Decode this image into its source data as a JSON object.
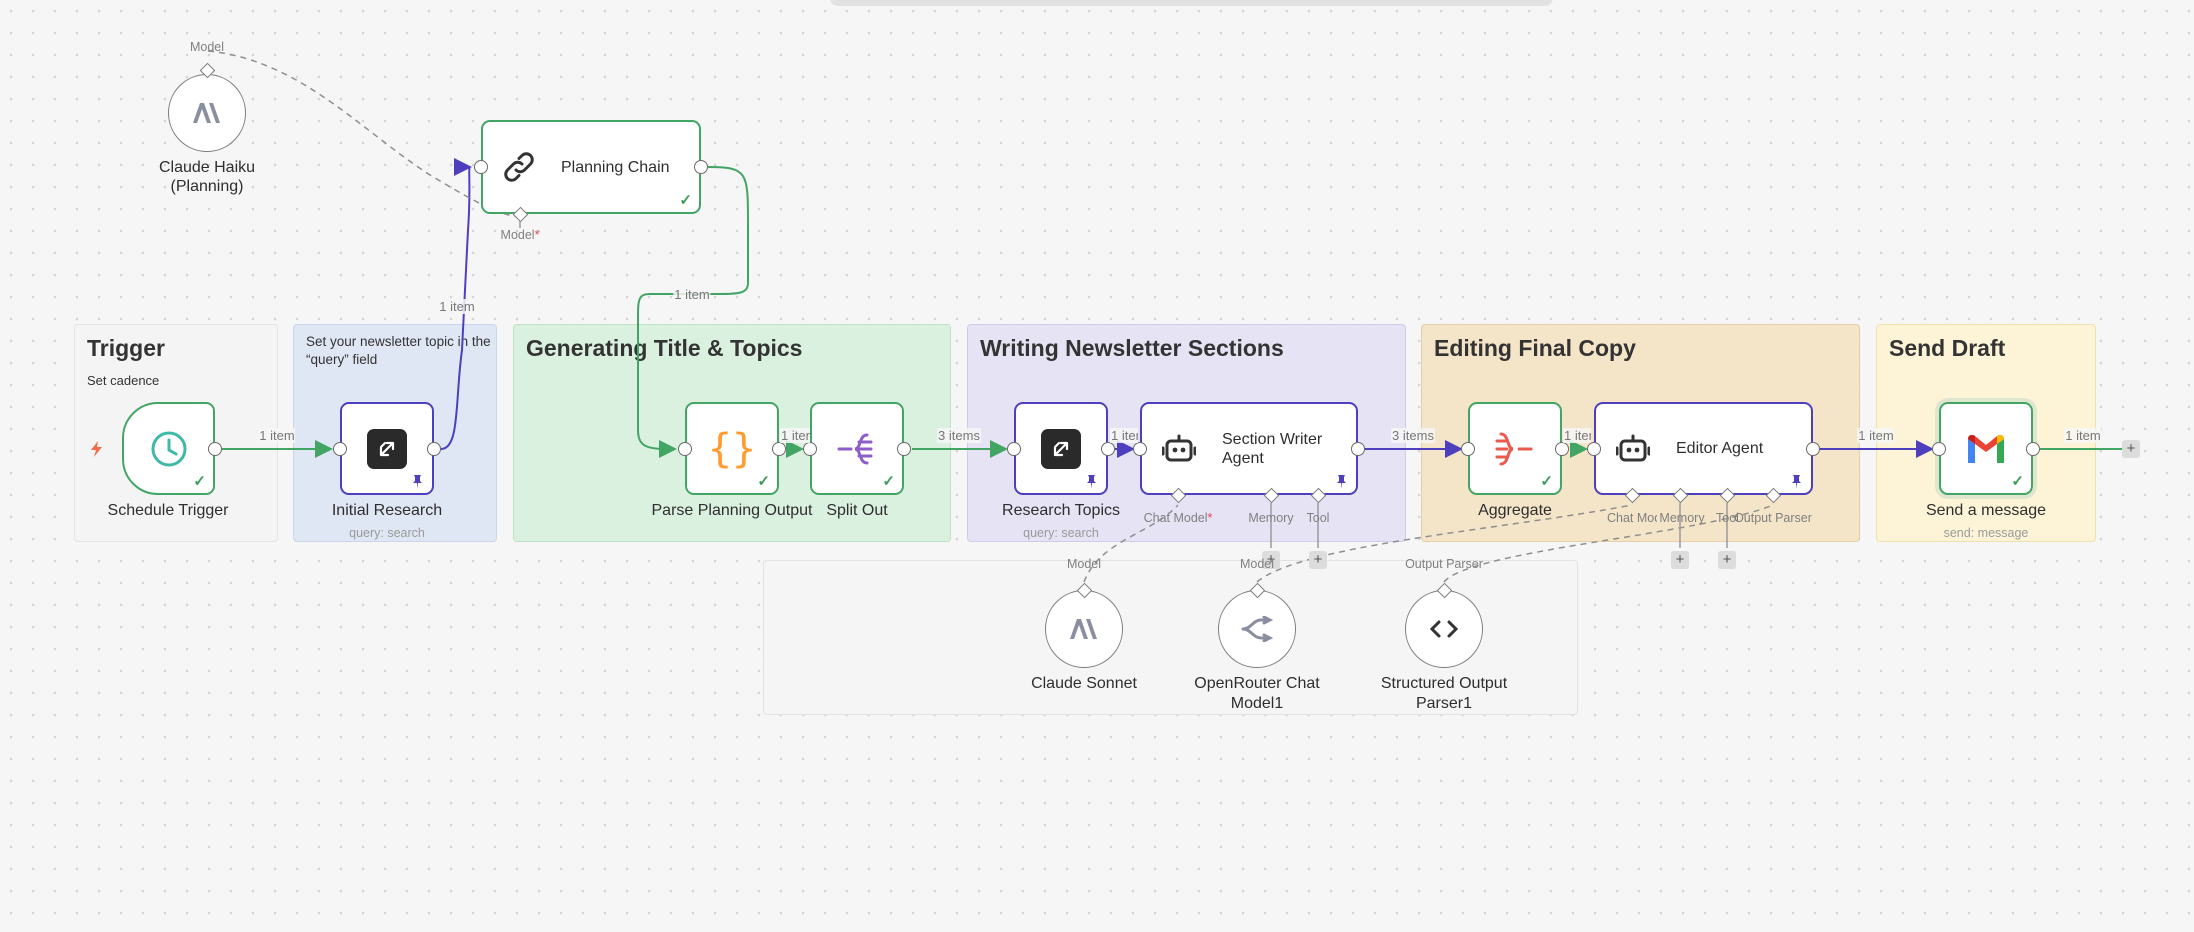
{
  "sticky_notes": {
    "trigger": {
      "title": "Trigger",
      "subtitle": "Set cadence"
    },
    "research": {
      "text": "Set your newsletter topic in the “query” field"
    },
    "generating": {
      "title": "Generating Title & Topics"
    },
    "writing": {
      "title": "Writing Newsletter Sections"
    },
    "editing": {
      "title": "Editing Final Copy"
    },
    "send": {
      "title": "Send Draft"
    }
  },
  "nodes": {
    "claude_haiku": {
      "label": "Claude Haiku (Planning)",
      "port_label": "Model",
      "icon": "anthropic-icon"
    },
    "planning_chain": {
      "title": "Planning Chain",
      "port_label": "Model",
      "icon": "chain-link-icon"
    },
    "schedule_trigger": {
      "label": "Schedule Trigger",
      "icon": "clock-icon"
    },
    "initial_research": {
      "label": "Initial Research",
      "param": "query: search",
      "icon": "perplexity-icon"
    },
    "parse_planning": {
      "label": "Parse Planning Output",
      "icon": "braces-icon"
    },
    "split_out": {
      "label": "Split Out",
      "icon": "split-out-icon"
    },
    "research_topics": {
      "label": "Research Topics",
      "param": "query: search",
      "icon": "perplexity-icon"
    },
    "section_writer": {
      "title": "Section Writer Agent",
      "port_labels": [
        "Chat Model",
        "Memory",
        "Tool"
      ],
      "icon": "robot-icon"
    },
    "aggregate": {
      "label": "Aggregate",
      "icon": "aggregate-icon"
    },
    "editor_agent": {
      "title": "Editor Agent",
      "port_labels": [
        "Chat Model",
        "Memory",
        "Tool",
        "Output Parser"
      ],
      "icon": "robot-icon"
    },
    "send_message": {
      "label": "Send a message",
      "param": "send: message",
      "icon": "gmail-icon"
    },
    "claude_sonnet": {
      "label": "Claude Sonnet",
      "port_label": "Model",
      "icon": "anthropic-icon"
    },
    "openrouter": {
      "label": "OpenRouter Chat Model1",
      "port_label": "Model",
      "icon": "openrouter-icon"
    },
    "structured_parser": {
      "label": "Structured Output Parser1",
      "port_label": "Output Parser",
      "icon": "code-brackets-icon"
    }
  },
  "edge_labels": {
    "trigger_to_research": "1 item",
    "research_to_planning": "1 item",
    "planning_to_parse": "1 item",
    "parse_to_split": "1 item",
    "split_to_topics": "3 items",
    "topics_to_writer": "1 item",
    "writer_to_aggregate": "3 items",
    "aggregate_to_editor": "1 item",
    "editor_to_send": "1 item",
    "send_out": "1 item"
  },
  "colors": {
    "success_green": "#43a563",
    "pinned_purple": "#4e3fbf",
    "sticky_blue": "#dfe6f4",
    "sticky_green": "#dbf1e0",
    "sticky_purple": "#e6e3f4",
    "sticky_orange": "#f4e4c8",
    "sticky_yellow": "#fdf4d8"
  }
}
